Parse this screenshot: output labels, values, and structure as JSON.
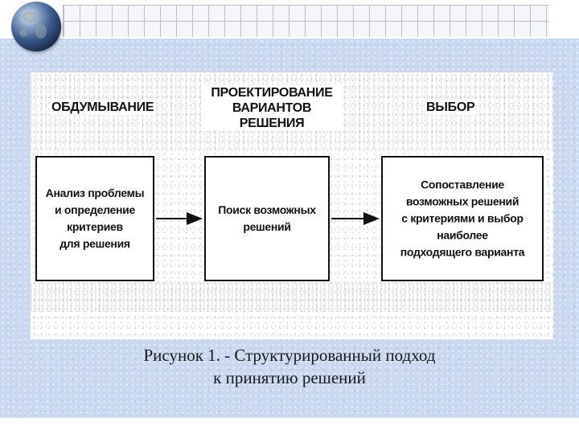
{
  "diagram": {
    "headings": {
      "stage1": "ОБДУМЫВАНИЕ",
      "stage2_line1": "ПРОЕКТИРОВАНИЕ",
      "stage2_line2": "ВАРИАНТОВ РЕШЕНИЯ",
      "stage3": "ВЫБОР"
    },
    "boxes": [
      {
        "lines": [
          "Анализ проблемы",
          "и определение",
          "критериев",
          "для решения"
        ]
      },
      {
        "lines": [
          "Поиск возможных",
          "решений"
        ]
      },
      {
        "lines": [
          "Сопоставление",
          "возможных решений",
          "с критериями и выбор",
          "наиболее",
          "подходящего варианта"
        ]
      }
    ]
  },
  "caption": {
    "line1": "Рисунок 1. - Структурированный подход",
    "line2": "к принятию решений"
  },
  "decor": {
    "icon_globe": "globe-icon",
    "panel_color": "#cad9f0"
  }
}
